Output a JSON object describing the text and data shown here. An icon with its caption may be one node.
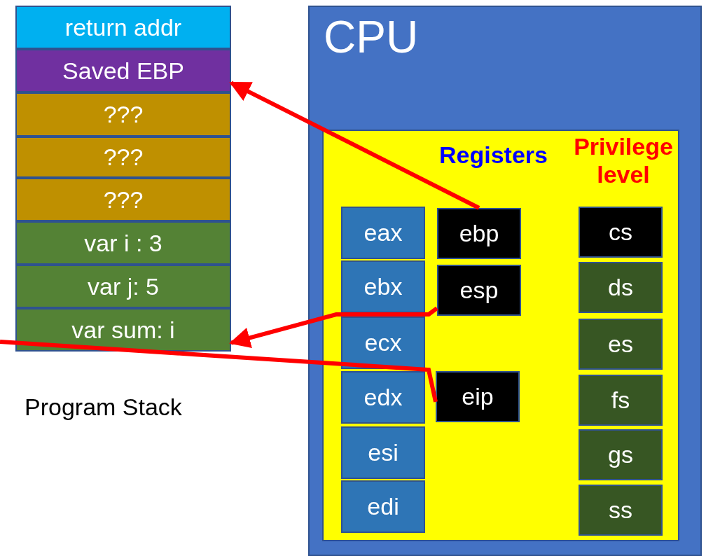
{
  "diagram": {
    "nodes": [
      {
        "text": [
          "return addr"
        ]
      },
      {
        "text": [
          "Saved EBP"
        ]
      },
      {
        "text": [
          "???"
        ]
      },
      {
        "text": [
          "???"
        ]
      },
      {
        "text": [
          "???"
        ]
      },
      {
        "text": [
          "var i : 3"
        ]
      },
      {
        "text": [
          "var j: 5"
        ]
      },
      {
        "text": [
          "var sum: i"
        ]
      },
      {
        "text": [
          "CPU"
        ]
      },
      {
        "text": [
          "Registers",
          "Privilege level"
        ],
        "in": 8
      },
      {
        "text": [
          "eax"
        ],
        "in": 9
      },
      {
        "text": [
          "ebx"
        ],
        "in": 9
      },
      {
        "text": [
          "ecx"
        ],
        "in": 9
      },
      {
        "text": [
          "edx"
        ],
        "in": 9
      },
      {
        "text": [
          "esi"
        ],
        "in": 9
      },
      {
        "text": [
          "edi"
        ],
        "in": 9
      },
      {
        "text": [
          "ebp"
        ],
        "in": 9
      },
      {
        "text": [
          "esp"
        ],
        "in": 9
      },
      {
        "text": [
          "eip"
        ],
        "in": 9
      },
      {
        "text": [
          "cs"
        ],
        "in": 9
      },
      {
        "text": [
          "ds"
        ],
        "in": 9
      },
      {
        "text": [
          "es"
        ],
        "in": 9
      },
      {
        "text": [
          "fs"
        ],
        "in": 9
      },
      {
        "text": [
          "gs"
        ],
        "in": 9
      },
      {
        "text": [
          "ss"
        ],
        "in": 9
      }
    ],
    "edges": [
      {
        "from": 16,
        "to": 1,
        "arrow": "to"
      },
      {
        "from": 17,
        "to": 7,
        "arrow": "to"
      },
      {
        "from": 18,
        "to": null,
        "arrow": "none"
      }
    ],
    "labels": [
      "Program Stack"
    ]
  }
}
